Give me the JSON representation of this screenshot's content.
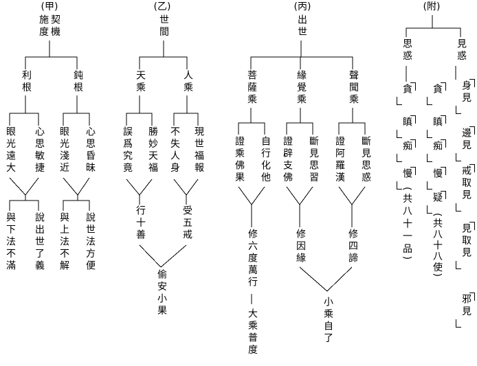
{
  "canvas": {
    "background": "#ffffff",
    "ink": "#000000"
  },
  "tree_jia": {
    "title": "(甲)",
    "root": "契機施度",
    "branches": [
      "利根",
      "鈍根"
    ],
    "leaves": [
      "眼光遠大",
      "心思敏捷",
      "眼光淺近",
      "心思昏昧"
    ],
    "outcomes": [
      "與下法不滿",
      "說出世了義",
      "與上法不解",
      "說世法方便"
    ]
  },
  "tree_yi": {
    "title": "(乙)",
    "root": "世間",
    "branches": [
      "天乘",
      "人乘"
    ],
    "leaves": [
      "誤爲究竟",
      "勝妙天福",
      "不失人身",
      "現世福報"
    ],
    "practices": [
      "行十善",
      "受五戒"
    ],
    "result": "偷安小果"
  },
  "tree_bing": {
    "title": "(丙)",
    "root": "出世",
    "branches": [
      "菩薩乘",
      "緣覺乘",
      "聲聞乘"
    ],
    "leaves": [
      "證乘佛果",
      "自行化他",
      "證辟支佛",
      "斷見思習",
      "證阿羅漢",
      "斷見思惑"
    ],
    "practices": [
      "修六度萬行",
      "修因緣",
      "修四諦"
    ],
    "results": [
      "大乘普度",
      "小乘自了"
    ]
  },
  "tree_fu": {
    "title": "(附)",
    "branches": [
      "思惑",
      "見惑"
    ],
    "si_huo_items": [
      "貪",
      "瞋",
      "痴",
      "慢"
    ],
    "si_huo_note": "(共八十一品)",
    "jian_huo_items": [
      "貪",
      "瞋",
      "痴",
      "慢",
      "疑"
    ],
    "jian_huo_note": "(共八十八使)",
    "jian_huo_views": [
      "身見",
      "邊見",
      "戒取見",
      "見取見",
      "邪見"
    ]
  }
}
